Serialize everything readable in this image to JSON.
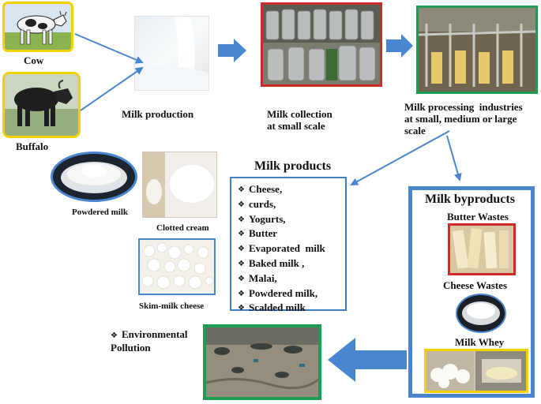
{
  "sources": {
    "cow": "Cow",
    "buffalo": "Buffalo"
  },
  "stages": {
    "production": "Milk production",
    "collection": [
      "Milk collection",
      "at small scale"
    ],
    "processing": [
      "Milk processing  industries",
      "at small, medium or large",
      "scale"
    ]
  },
  "products": {
    "title": "Milk products",
    "items": [
      "Cheese,",
      "curds,",
      "Yogurts,",
      "Butter",
      "Evaporated  milk",
      "Baked milk ,",
      "Malai,",
      "Powdered milk,",
      "Scalded milk"
    ],
    "photos": {
      "powdered": "Powdered milk",
      "clotted": "Clotted cream",
      "skim": "Skim-milk cheese"
    }
  },
  "byproducts": {
    "title": "Milk byproducts",
    "butter": "Butter Wastes",
    "cheese": "Cheese Wastes",
    "whey": "Milk Whey"
  },
  "impact": {
    "bullet": "❖",
    "line1": "Environmental",
    "line2": "Pollution"
  },
  "colors": {
    "arrow": "#4a86d0",
    "frame_yellow": "#f4d200",
    "frame_red": "#cc2b2b",
    "frame_green": "#1e9c52",
    "frame_blue": "#3f7fc4"
  }
}
